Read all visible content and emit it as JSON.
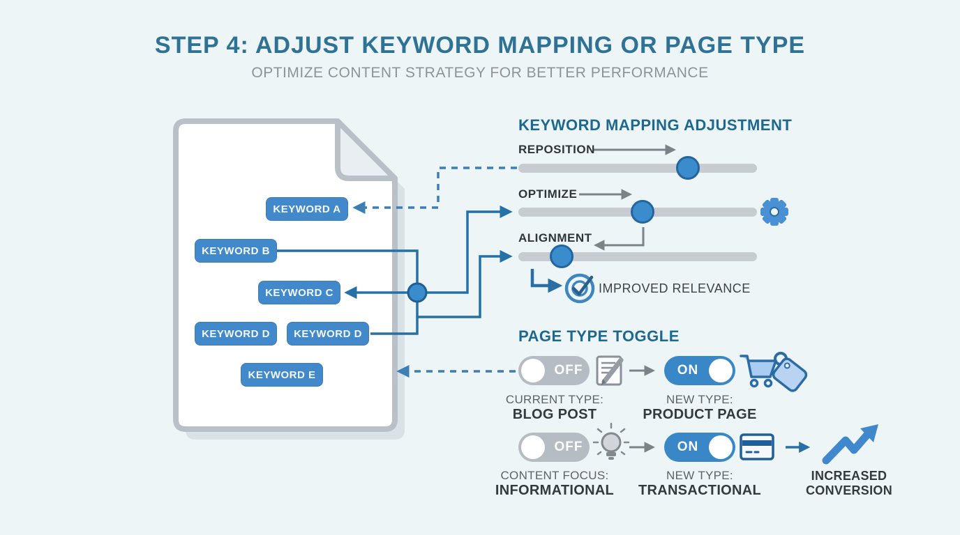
{
  "header": {
    "title": "STEP 4: ADJUST KEYWORD MAPPING OR PAGE TYPE",
    "subtitle": "OPTIMIZE CONTENT STRATEGY FOR BETTER PERFORMANCE"
  },
  "document": {
    "keywords": [
      "KEYWORD A",
      "KEYWORD B",
      "KEYWORD C",
      "KEYWORD D",
      "KEYWORD D",
      "KEYWORD E"
    ]
  },
  "mapping": {
    "heading": "KEYWORD MAPPING ADJUSTMENT",
    "sliders": [
      {
        "label": "REPOSITION",
        "value_percent": 71
      },
      {
        "label": "OPTIMIZE",
        "value_percent": 52
      },
      {
        "label": "ALIGNMENT",
        "value_percent": 18
      }
    ],
    "result_label": "IMPROVED RELEVANCE"
  },
  "page_toggle": {
    "heading": "PAGE TYPE TOGGLE",
    "rows": [
      {
        "off_label": "OFF",
        "on_label": "ON",
        "current_label": "CURRENT TYPE:",
        "current_value": "BLOG POST",
        "new_label": "NEW TYPE:",
        "new_value": "PRODUCT PAGE"
      },
      {
        "off_label": "OFF",
        "on_label": "ON",
        "current_label": "CONTENT FOCUS:",
        "current_value": "INFORMATIONAL",
        "new_label": "NEW TYPE:",
        "new_value": "TRANSACTIONAL",
        "outcome_line1": "INCREASED",
        "outcome_line2": "CONVERSION"
      }
    ]
  },
  "icons": {
    "gear": "settings-gear",
    "target_check": "target-with-checkmark",
    "edit": "document-with-pencil",
    "cart": "shopping-cart",
    "tag": "price-tag",
    "bulb": "lightbulb",
    "card": "credit-card",
    "trend": "trending-up-arrow"
  },
  "colors": {
    "background": "#edf5f6",
    "title_teal": "#2e7296",
    "heading_teal": "#1d6890",
    "accent_blue": "#3a87c8",
    "connector_blue": "#2470a8",
    "dashed_blue": "#3c7fb5",
    "arrow_gray": "#7d8288",
    "track_gray": "#c7ccd2",
    "toggle_gray": "#b6bcc3",
    "text_dark": "#34393e",
    "text_gray": "#5d6368"
  }
}
